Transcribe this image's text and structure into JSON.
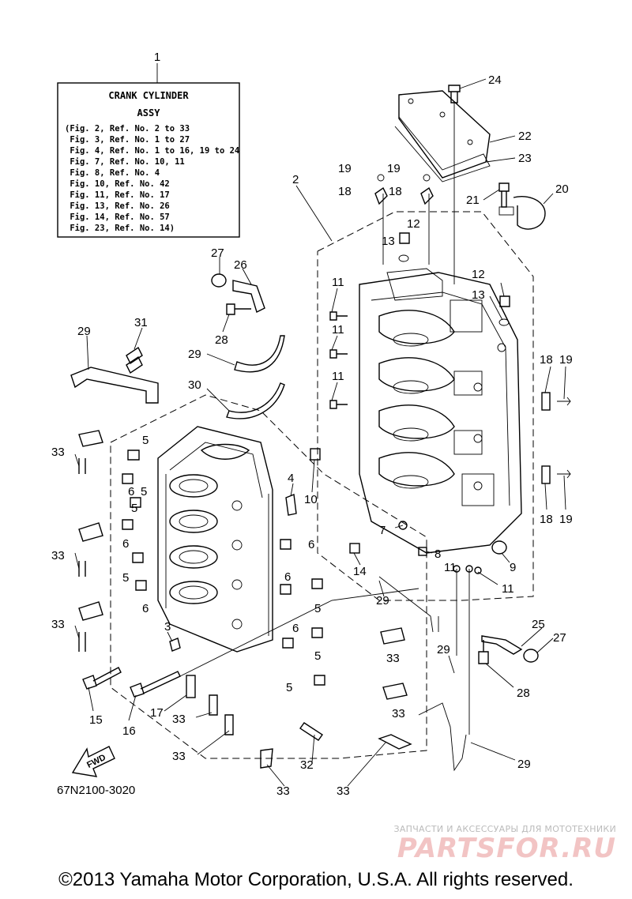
{
  "assy_box": {
    "ref": "1",
    "title_line1": "CRANK CYLINDER",
    "title_line2": "ASSY",
    "lines": [
      "(Fig. 2, Ref. No. 2 to 33",
      " Fig. 3, Ref. No. 1 to 27",
      " Fig. 4, Ref. No. 1 to 16, 19 to 24",
      " Fig. 7, Ref. No. 10, 11",
      " Fig. 8, Ref. No. 4",
      " Fig. 10, Ref. No. 42",
      " Fig. 11, Ref. No. 17",
      " Fig. 13, Ref. No. 26",
      " Fig. 14, Ref. No. 57",
      " Fig. 23, Ref. No. 14)"
    ]
  },
  "refs": {
    "r1": "1",
    "r2": "2",
    "r3": "3",
    "r4": "4",
    "r5": "5",
    "r6": "6",
    "r7": "7",
    "r8": "8",
    "r9": "9",
    "r10": "10",
    "r11": "11",
    "r12": "12",
    "r13": "13",
    "r14": "14",
    "r15": "15",
    "r16": "16",
    "r17": "17",
    "r18": "18",
    "r19": "19",
    "r20": "20",
    "r21": "21",
    "r22": "22",
    "r23": "23",
    "r24": "24",
    "r25": "25",
    "r26": "26",
    "r27": "27",
    "r28": "28",
    "r29": "29",
    "r30": "30",
    "r31": "31",
    "r32": "32",
    "r33": "33"
  },
  "fwd_label": "FWD",
  "diagram_code": "67N2100-3020",
  "footer": "©2013 Yamaha Motor Corporation, U.S.A. All rights reserved.",
  "watermark_top": "ЗАПЧАСТИ И АКСЕССУАРЫ ДЛЯ МОТОТЕХНИКИ",
  "watermark_logo": "PARTSFOR.RU"
}
